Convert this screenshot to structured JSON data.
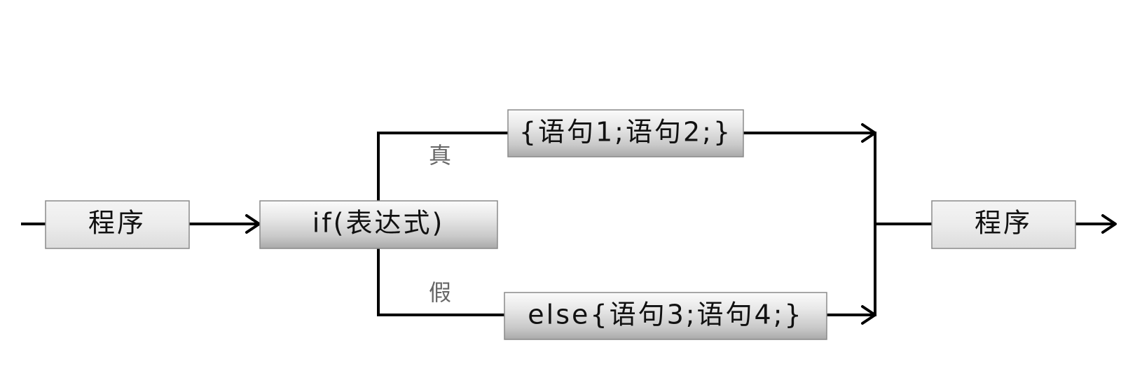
{
  "nodes": {
    "start_program": "程序",
    "condition": "if(表达式)",
    "true_block": "{语句1;语句2;}",
    "false_block": "else{语句3;语句4;}",
    "end_program": "程序"
  },
  "branches": {
    "true_label": "真",
    "false_label": "假"
  },
  "colors": {
    "line": "#000000",
    "box_border": "#8a8a8a",
    "branch_label": "#666666"
  }
}
